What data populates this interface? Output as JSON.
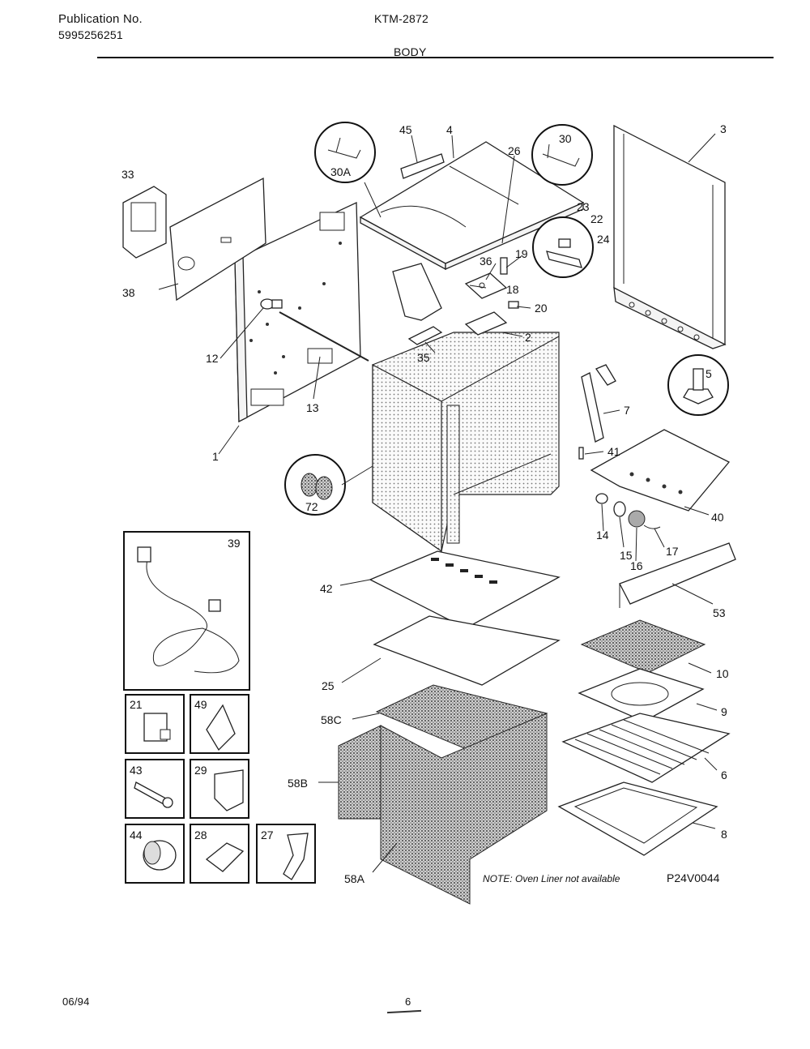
{
  "header": {
    "publication_label": "Publication No.",
    "publication_number": "5995256251",
    "model": "KTM-2872",
    "section": "BODY"
  },
  "footer": {
    "date": "06/94",
    "page": "6"
  },
  "note": "NOTE: Oven Liner not available",
  "diagram_id": "P24V0044",
  "part_callouts": [
    "33",
    "38",
    "30A",
    "45",
    "4",
    "26",
    "30",
    "3",
    "23",
    "22",
    "24",
    "36",
    "19",
    "18",
    "20",
    "12",
    "13",
    "1",
    "35",
    "2",
    "5",
    "7",
    "41",
    "40",
    "72",
    "14",
    "15",
    "16",
    "17",
    "53",
    "39",
    "42",
    "25",
    "58C",
    "58B",
    "58A",
    "21",
    "49",
    "43",
    "29",
    "44",
    "28",
    "27",
    "10",
    "9",
    "6",
    "8"
  ]
}
